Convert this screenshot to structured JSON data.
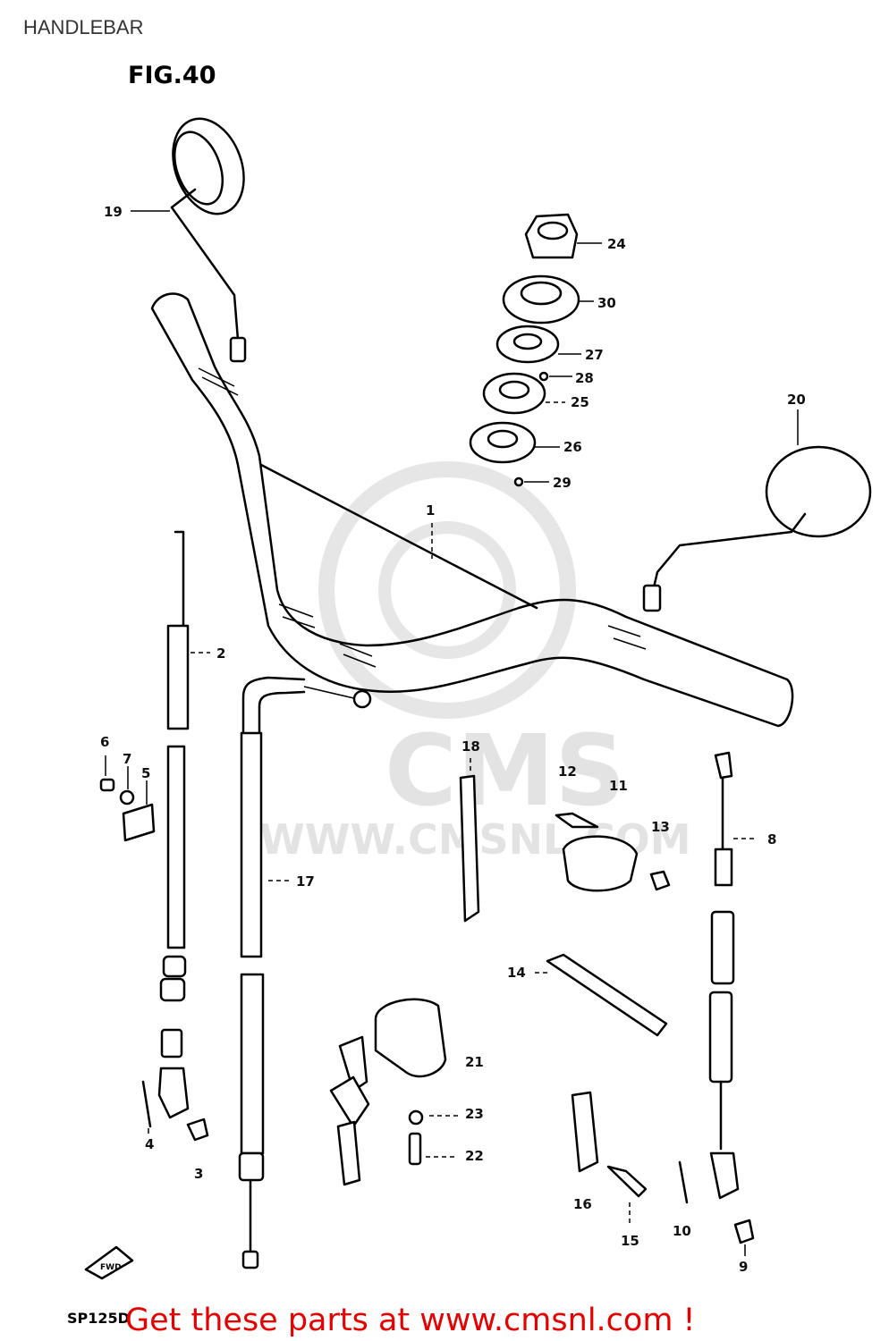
{
  "page": {
    "title": "HANDLEBAR",
    "figure_label": "FIG.40",
    "model_code": "SP125D",
    "promo_text": "Get these parts at www.cmsnl.com !",
    "watermark_brand": "CMS",
    "watermark_url": "WWW.CMSNL.COM",
    "fwd_mark": "FWD"
  },
  "callouts": [
    "1",
    "2",
    "3",
    "4",
    "5",
    "6",
    "7",
    "8",
    "9",
    "10",
    "11",
    "12",
    "13",
    "14",
    "15",
    "16",
    "17",
    "18",
    "19",
    "20",
    "21",
    "22",
    "23",
    "24",
    "25",
    "26",
    "27",
    "28",
    "29",
    "30"
  ],
  "colors": {
    "promo": "#e60000",
    "ink": "#000000",
    "watermark": "#e3e3e3"
  }
}
